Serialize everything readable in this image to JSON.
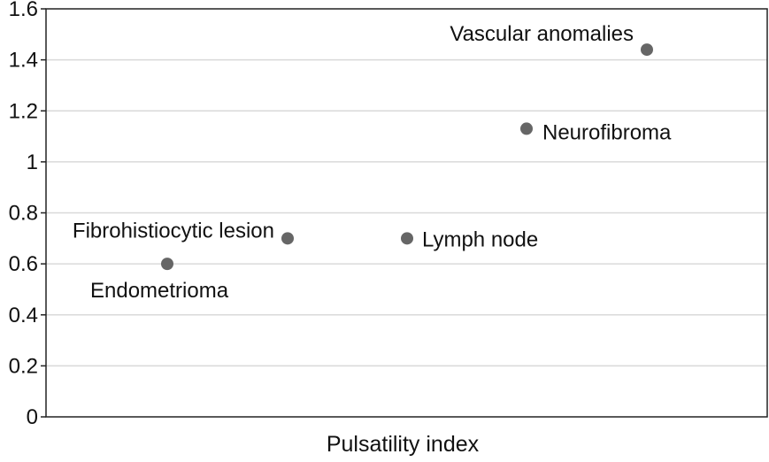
{
  "chart_data": {
    "type": "scatter",
    "title": "",
    "xlabel": "Pulsatility index",
    "ylabel": "",
    "ylim": [
      0,
      1.6
    ],
    "y_ticks": [
      "0",
      "0.2",
      "0.4",
      "0.6",
      "0.8",
      "1",
      "1.2",
      "1.4",
      "1.6"
    ],
    "grid": true,
    "x_tick_labels_shown": false,
    "points": [
      {
        "label": "Endometrioma",
        "y": 0.6
      },
      {
        "label": "Fibrohistiocytic lesion",
        "y": 0.7
      },
      {
        "label": "Lymph node",
        "y": 0.7
      },
      {
        "label": "Neurofibroma",
        "y": 1.13
      },
      {
        "label": "Vascular anomalies",
        "y": 1.44
      }
    ],
    "marker_color": "#666666",
    "grid_color": "#d9d9d9"
  }
}
